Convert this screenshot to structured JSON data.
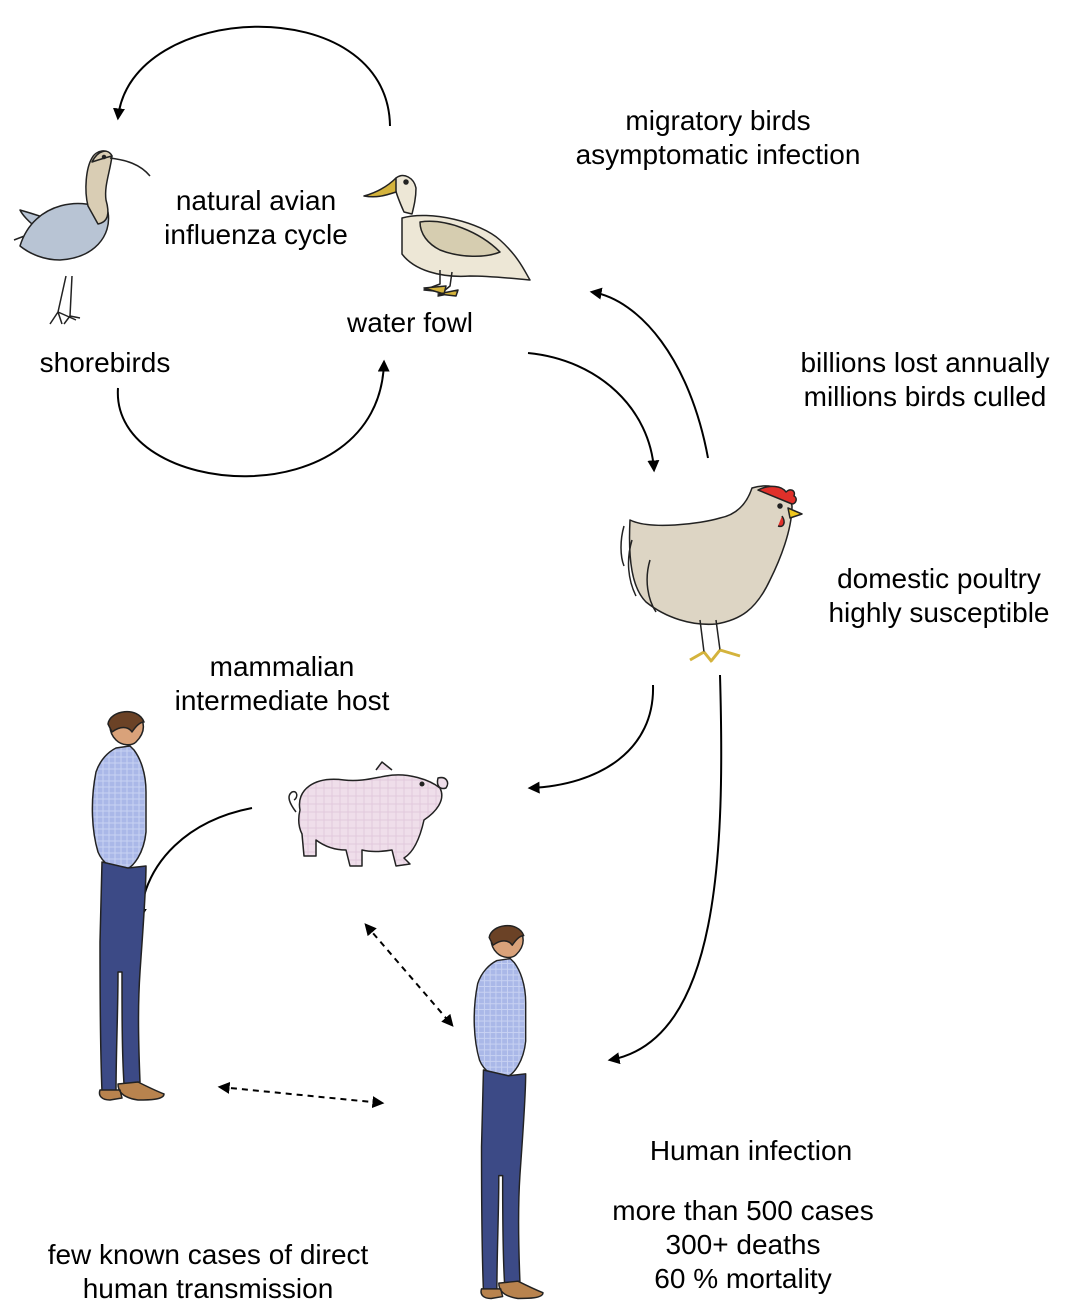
{
  "labels": {
    "shorebirds": "shorebirds",
    "water_fowl": "water fowl",
    "cycle": [
      "natural avian",
      "influenza cycle"
    ],
    "migratory": [
      "migratory birds",
      "asymptomatic infection"
    ],
    "economic": [
      "billions lost annually",
      "millions birds culled"
    ],
    "poultry": [
      "domestic poultry",
      "highly susceptible"
    ],
    "mammal": [
      "mammalian",
      "intermediate host"
    ],
    "human_infection_title": "Human infection",
    "human_stats": [
      "more than 500 cases",
      "300+ deaths",
      "60 % mortality"
    ],
    "direct_transmission": [
      "few known cases of direct",
      "human transmission"
    ]
  },
  "colors": {
    "shorebird_body": "#b8c4d4",
    "shorebird_neck": "#d9cdb4",
    "duck_body": "#ede7d6",
    "duck_wing": "#d6cdb0",
    "duck_feet": "#d4b33c",
    "chicken_body": "#ddd5c4",
    "chicken_comb": "#e0302a",
    "chicken_beak": "#f0c81e",
    "pig_body": "#efdeea",
    "shirt": "#aab8e8",
    "pants": "#3c4a86",
    "hair": "#6b4226",
    "skin": "#d9a27a",
    "shoes": "#b8834e"
  },
  "icons": [
    "shorebird-icon",
    "duck-icon",
    "chicken-icon",
    "pig-icon",
    "person-icon"
  ]
}
